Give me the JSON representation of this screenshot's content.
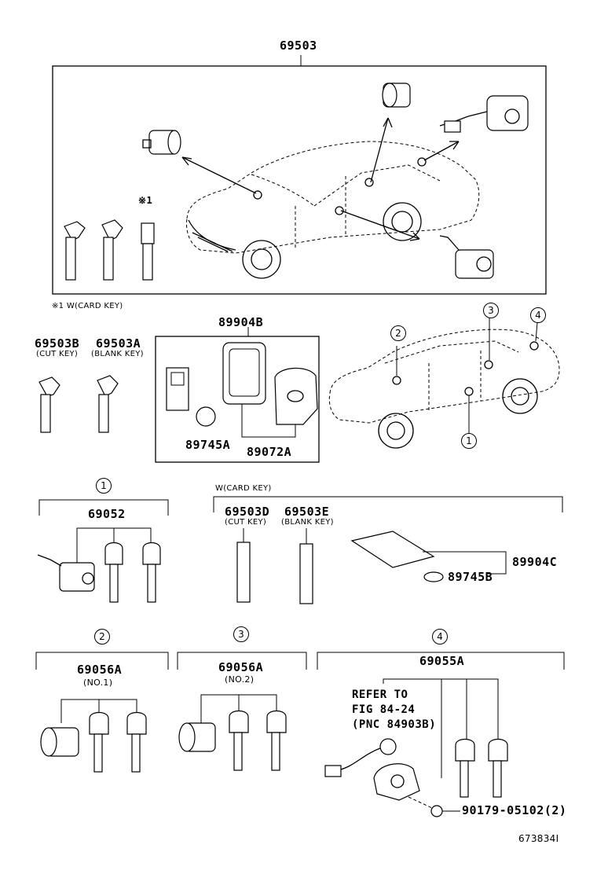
{
  "labels": {
    "main_assembly": "69503",
    "footnote": "※1 W(CARD KEY)",
    "footnote_mark": "※1",
    "cut_key_b": "69503B",
    "blank_key_a": "69503A",
    "cut_key_note": "(CUT KEY)",
    "blank_key_note": "(BLANK KEY)",
    "smart_key_set": "89904B",
    "battery_a": "89745A",
    "smart_key_case": "89072A",
    "card_key_group": "W(CARD KEY)",
    "card_cut_key": "69503D",
    "card_blank_key": "69503E",
    "card_cut_note": "(CUT KEY)",
    "card_blank_note": "(BLANK KEY)",
    "card_key": "89904C",
    "battery_b": "89745B",
    "cyl_set_1": "69052",
    "cyl_set_2": "69056A",
    "cyl_set_2_note": "(NO.1)",
    "cyl_set_3": "69056A",
    "cyl_set_3_note": "(NO.2)",
    "cyl_set_4": "69055A",
    "refer_1": "REFER TO",
    "refer_2": "FIG 84-24",
    "refer_3": "(PNC 84903B)",
    "screw": "90179-05102(2)",
    "diagram_id": "673834I"
  },
  "callouts": {
    "c1": "1",
    "c2": "2",
    "c3": "3",
    "c4": "4"
  },
  "icons": [
    "lexus-emblem-icon",
    "key-icon",
    "lock-cylinder-icon",
    "car-outline-icon",
    "battery-cell-icon",
    "card-key-icon",
    "screw-icon"
  ]
}
